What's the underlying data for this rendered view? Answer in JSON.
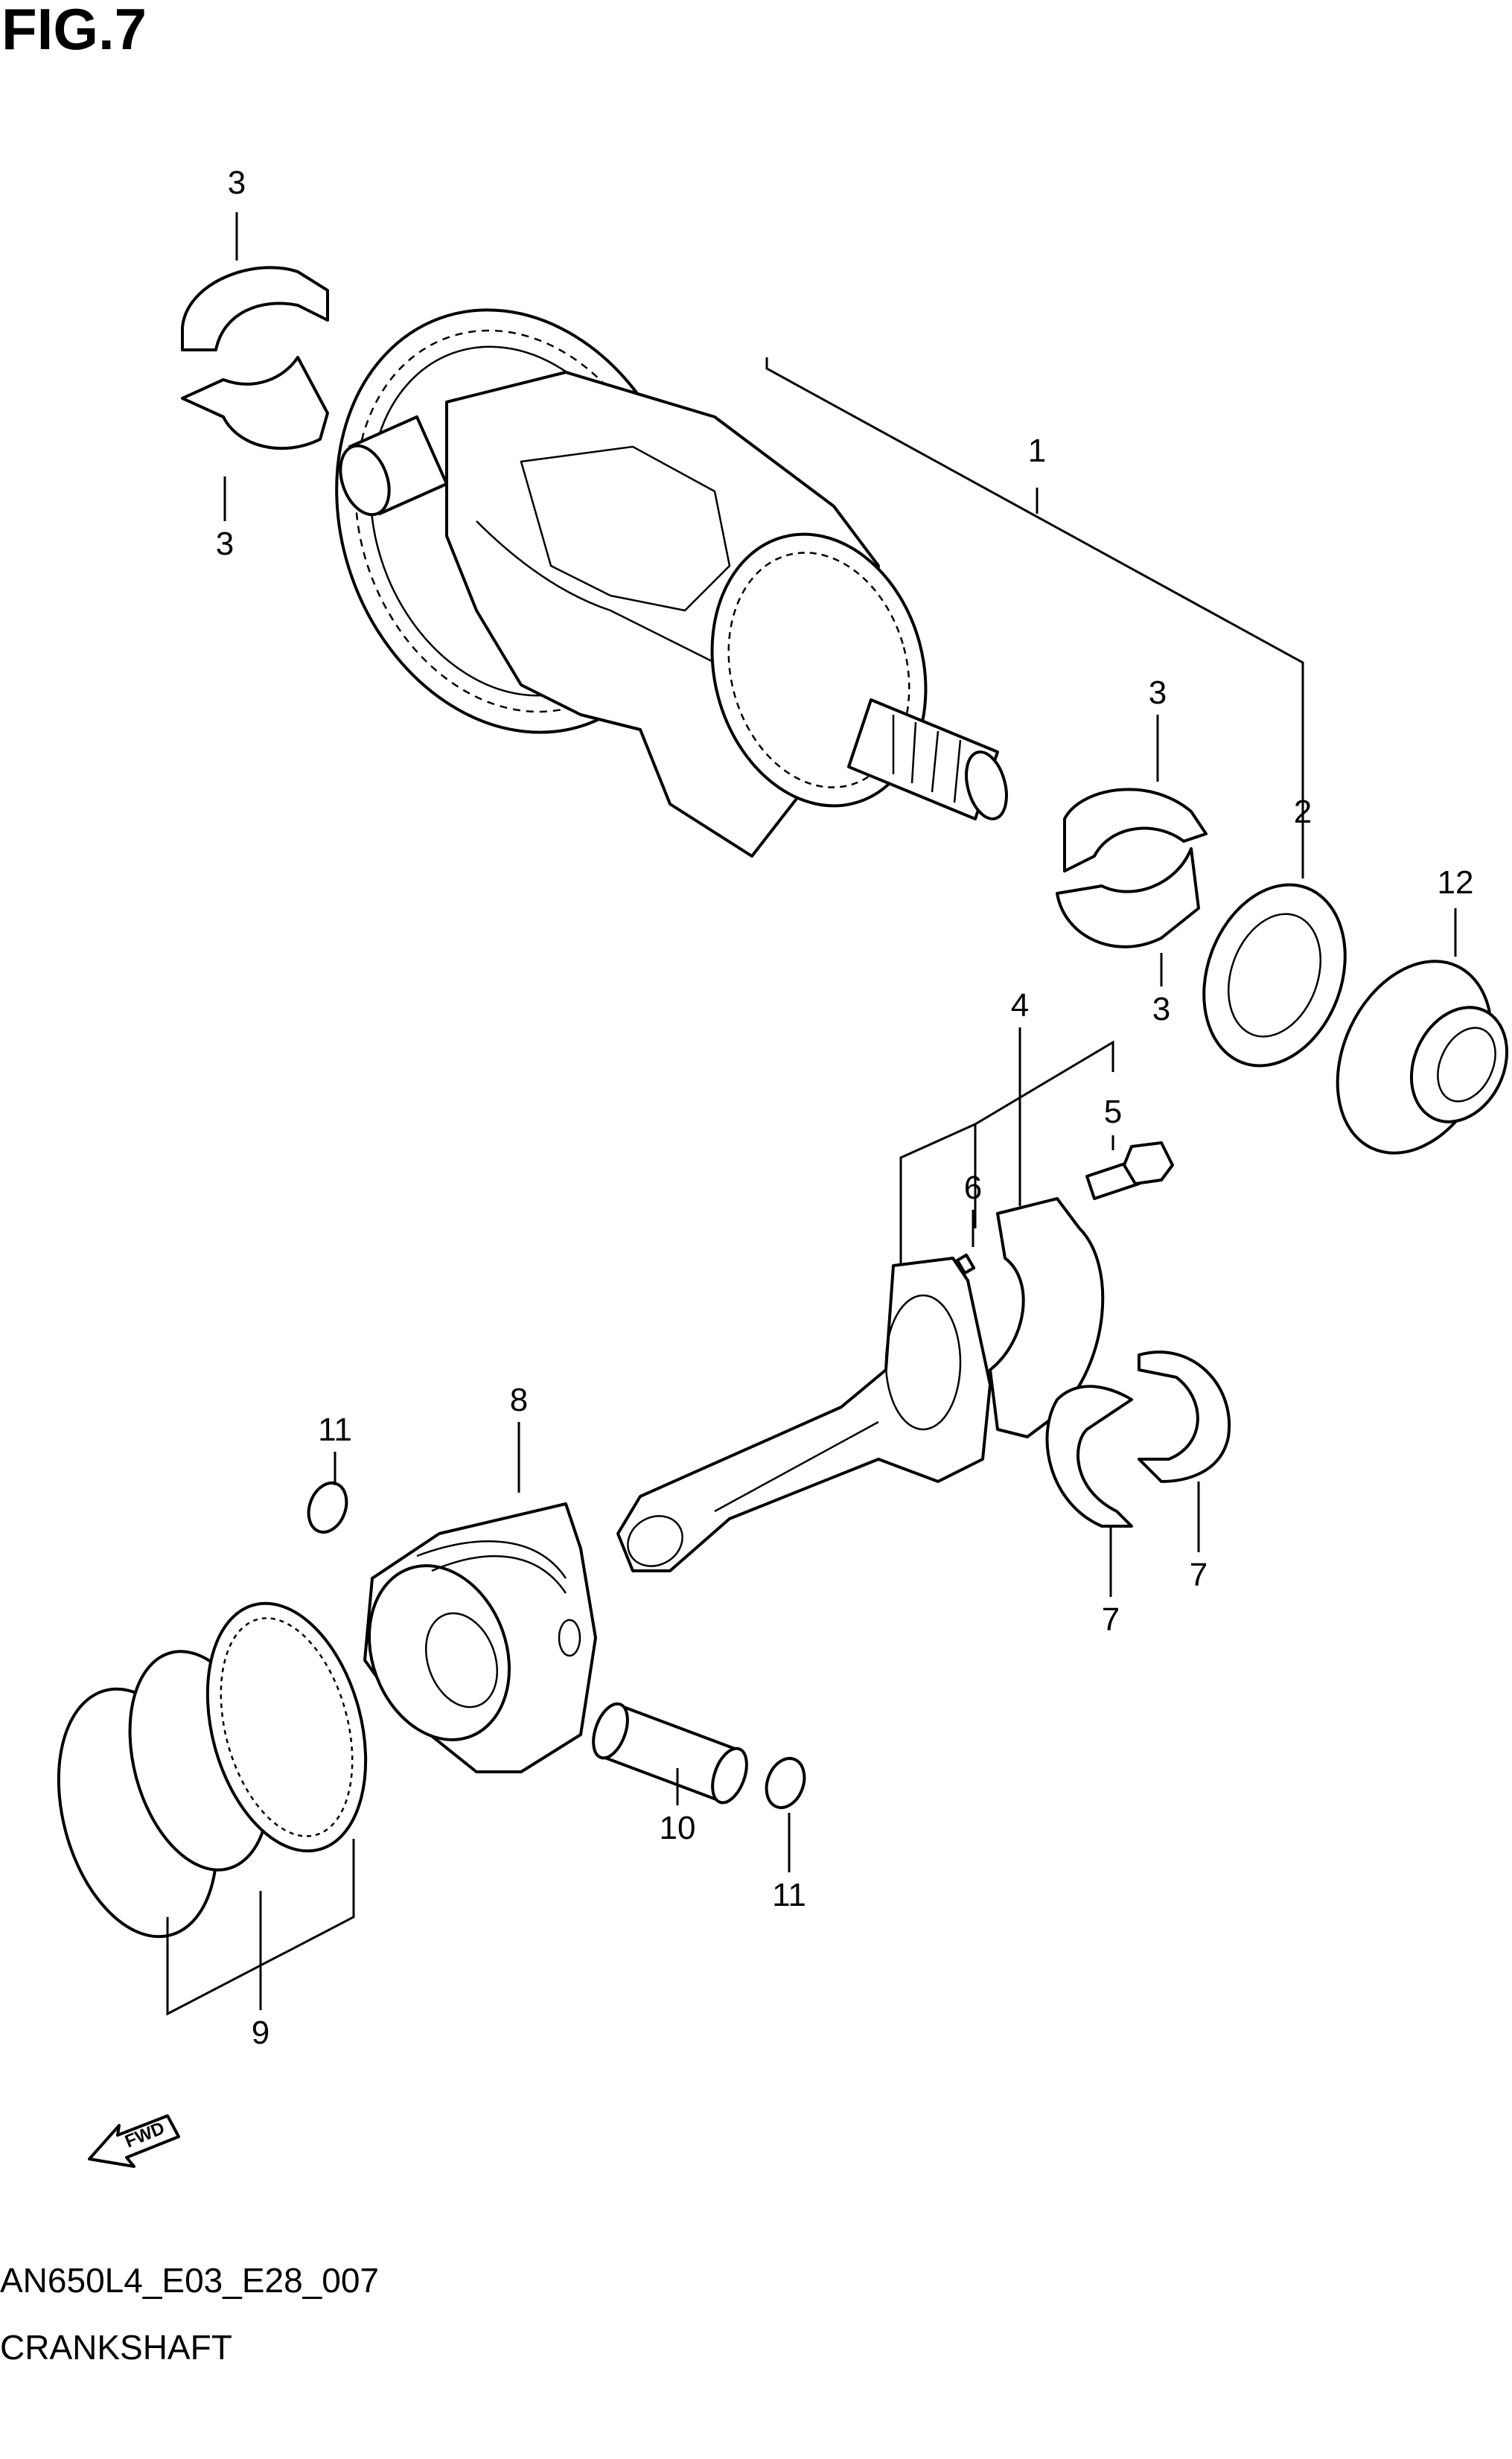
{
  "figure": {
    "title": "FIG.7"
  },
  "callouts": [
    {
      "key": "c3a",
      "label": "3"
    },
    {
      "key": "c3b",
      "label": "3"
    },
    {
      "key": "c1",
      "label": "1"
    },
    {
      "key": "c3c",
      "label": "3"
    },
    {
      "key": "c2",
      "label": "2"
    },
    {
      "key": "c12",
      "label": "12"
    },
    {
      "key": "c3d",
      "label": "3"
    },
    {
      "key": "c4",
      "label": "4"
    },
    {
      "key": "c5",
      "label": "5"
    },
    {
      "key": "c6",
      "label": "6"
    },
    {
      "key": "c8",
      "label": "8"
    },
    {
      "key": "c11a",
      "label": "11"
    },
    {
      "key": "c7a",
      "label": "7"
    },
    {
      "key": "c7b",
      "label": "7"
    },
    {
      "key": "c10",
      "label": "10"
    },
    {
      "key": "c11b",
      "label": "11"
    },
    {
      "key": "c9",
      "label": "9"
    }
  ],
  "fwd_label": "FWD",
  "footer": {
    "code": "AN650L4_E03_E28_007",
    "name": "CRANKSHAFT"
  }
}
